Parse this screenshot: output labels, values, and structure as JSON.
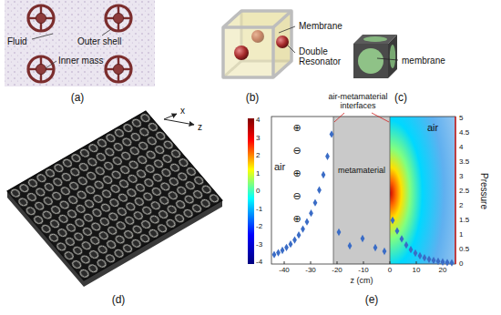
{
  "diagram": {
    "nodes": [
      {
        "text": [
          "air"
        ]
      },
      {
        "text": [
          "metamaterial"
        ]
      },
      {
        "text": [
          "air"
        ]
      }
    ],
    "labels": [
      "Fluid",
      "Outer shell",
      "Inner mass",
      "(a)",
      "Membrane",
      "Double Resonator",
      "(b)",
      "membrane",
      "(c)",
      "x",
      "z",
      "(d)",
      "air-metamaterial interfaces",
      "4",
      "3",
      "2",
      "1",
      "0",
      "-1",
      "-2",
      "-3",
      "-4",
      "5",
      "4.5",
      "4",
      "3.5",
      "3",
      "2.5",
      "2",
      "1.5",
      "1",
      "0.5",
      "0",
      "Pressure",
      "-40",
      "-30",
      "-20",
      "-10",
      "0",
      "10",
      "20",
      "z (cm)",
      "⊕",
      "⊖",
      "⊕",
      "⊖",
      "⊕",
      "(e)"
    ]
  }
}
